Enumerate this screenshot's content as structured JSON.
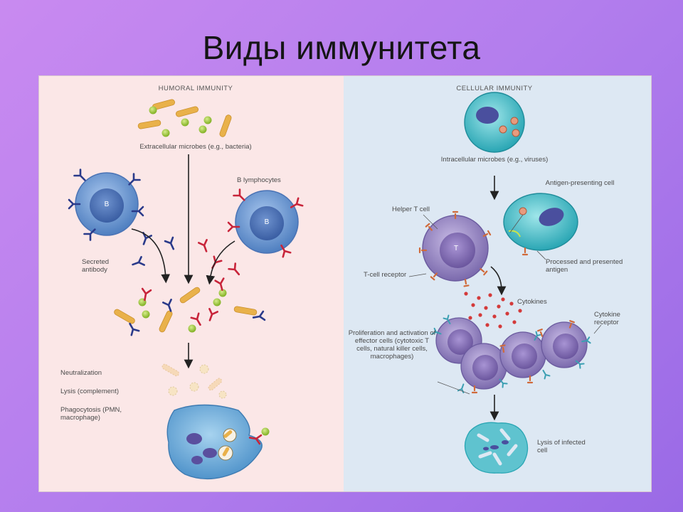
{
  "slide": {
    "title": "Виды иммунитета"
  },
  "humoral": {
    "header": "HUMORAL IMMUNITY",
    "microbes_label": "Extracellular microbes (e.g., bacteria)",
    "b_lymphocytes_label": "B lymphocytes",
    "b_cell_letter": "B",
    "secreted_antibody_label": "Secreted antibody",
    "outcomes": [
      "Neutralization",
      "Lysis (complement)",
      "Phagocytosis (PMN, macrophage)"
    ]
  },
  "cellular": {
    "header": "CELLULAR IMMUNITY",
    "microbes_label": "Intracellular microbes (e.g., viruses)",
    "apc_label": "Antigen-presenting cell",
    "helper_label": "Helper T cell",
    "t_cell_letter": "T",
    "tcr_label": "T-cell receptor",
    "antigen_label": "Processed and presented antigen",
    "cytokines_label": "Cytokines",
    "cytokine_receptor_label": "Cytokine receptor",
    "proliferation_label": "Proliferation and activation of effector cells (cytotoxic T cells, natural killer cells, macrophages)",
    "lysis_label": "Lysis of infected cell"
  },
  "colors": {
    "humoral_bg": "#fbe7e7",
    "cellular_bg": "#dde8f3",
    "b_cell": "#5b86c7",
    "t_cell": "#8a7bb8",
    "antibody_red": "#c8243a",
    "antibody_blue": "#2a3a8a",
    "bacteria": "#e9b14a",
    "microbe_green": "#9cc43a"
  }
}
